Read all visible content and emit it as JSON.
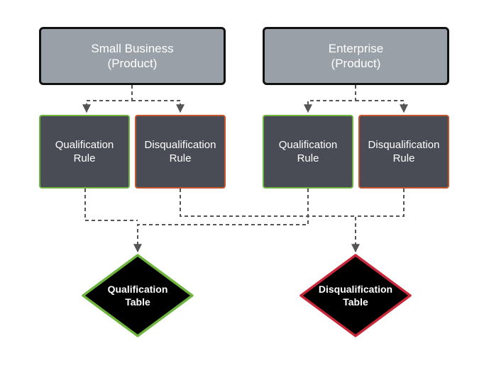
{
  "products": [
    {
      "id": "small-business",
      "line1": "Small Business",
      "line2": "(Product)"
    },
    {
      "id": "enterprise",
      "line1": "Enterprise",
      "line2": "(Product)"
    }
  ],
  "rules": {
    "small_business": {
      "qualification": {
        "line1": "Qualification",
        "line2": "Rule"
      },
      "disqualification": {
        "line1": "Disqualification",
        "line2": "Rule"
      }
    },
    "enterprise": {
      "qualification": {
        "line1": "Qualification",
        "line2": "Rule"
      },
      "disqualification": {
        "line1": "Disqualification",
        "line2": "Rule"
      }
    }
  },
  "tables": {
    "qualification": {
      "line1": "Qualification",
      "line2": "Table"
    },
    "disqualification": {
      "line1": "Disqualification",
      "line2": "Table"
    }
  },
  "colors": {
    "product_fill": "#9aa0a8",
    "rule_fill": "#4a4c55",
    "qualification_border": "#6fb43f",
    "disqualification_rule_border": "#c2562a",
    "disqualification_table_border": "#c8283a",
    "table_fill": "#000000",
    "connector": "#555555"
  }
}
